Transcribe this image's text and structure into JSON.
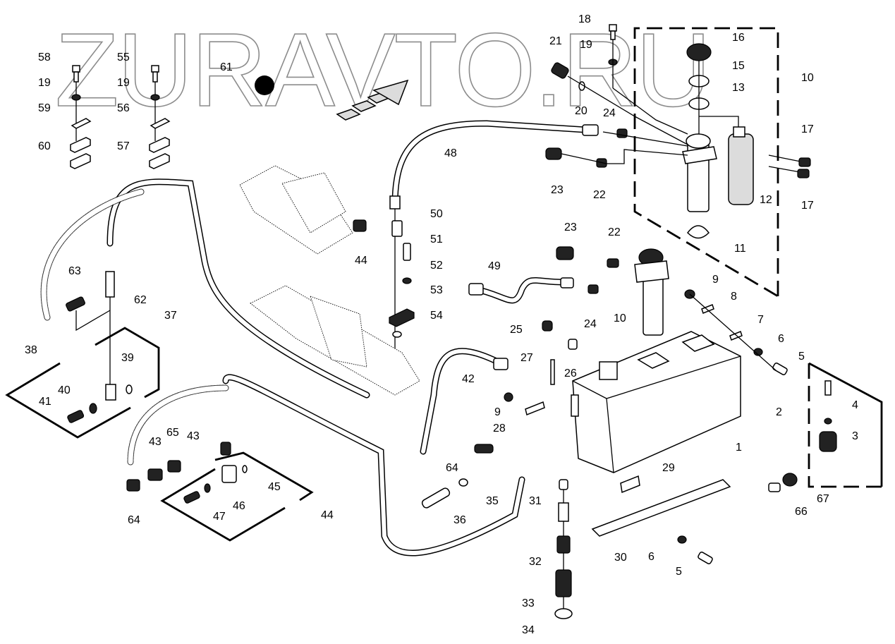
{
  "watermark": {
    "text": "ZURAVTO.RU",
    "color": "#8c8c8c"
  },
  "diagram": {
    "type": "exploded parts diagram",
    "subject": "hydraulic oil tank, filter and hose assembly",
    "labels": [
      {
        "id": "lbl-58",
        "text": "58"
      },
      {
        "id": "lbl-19a",
        "text": "19"
      },
      {
        "id": "lbl-59",
        "text": "59"
      },
      {
        "id": "lbl-60",
        "text": "60"
      },
      {
        "id": "lbl-55",
        "text": "55"
      },
      {
        "id": "lbl-19b",
        "text": "19"
      },
      {
        "id": "lbl-56",
        "text": "56"
      },
      {
        "id": "lbl-57",
        "text": "57"
      },
      {
        "id": "lbl-61",
        "text": "61"
      },
      {
        "id": "lbl-18",
        "text": "18"
      },
      {
        "id": "lbl-21",
        "text": "21"
      },
      {
        "id": "lbl-19c",
        "text": "19"
      },
      {
        "id": "lbl-20",
        "text": "20"
      },
      {
        "id": "lbl-16",
        "text": "16"
      },
      {
        "id": "lbl-15",
        "text": "15"
      },
      {
        "id": "lbl-13",
        "text": "13"
      },
      {
        "id": "lbl-10a",
        "text": "10"
      },
      {
        "id": "lbl-24a",
        "text": "24"
      },
      {
        "id": "lbl-48",
        "text": "48"
      },
      {
        "id": "lbl-23a",
        "text": "23"
      },
      {
        "id": "lbl-22a",
        "text": "22"
      },
      {
        "id": "lbl-17a",
        "text": "17"
      },
      {
        "id": "lbl-17b",
        "text": "17"
      },
      {
        "id": "lbl-12",
        "text": "12"
      },
      {
        "id": "lbl-11",
        "text": "11"
      },
      {
        "id": "lbl-50",
        "text": "50"
      },
      {
        "id": "lbl-44a",
        "text": "44"
      },
      {
        "id": "lbl-51",
        "text": "51"
      },
      {
        "id": "lbl-52",
        "text": "52"
      },
      {
        "id": "lbl-53",
        "text": "53"
      },
      {
        "id": "lbl-54",
        "text": "54"
      },
      {
        "id": "lbl-23b",
        "text": "23"
      },
      {
        "id": "lbl-22b",
        "text": "22"
      },
      {
        "id": "lbl-49",
        "text": "49"
      },
      {
        "id": "lbl-24b",
        "text": "24"
      },
      {
        "id": "lbl-10b",
        "text": "10"
      },
      {
        "id": "lbl-9a",
        "text": "9"
      },
      {
        "id": "lbl-8",
        "text": "8"
      },
      {
        "id": "lbl-7",
        "text": "7"
      },
      {
        "id": "lbl-6a",
        "text": "6"
      },
      {
        "id": "lbl-5a",
        "text": "5"
      },
      {
        "id": "lbl-63",
        "text": "63"
      },
      {
        "id": "lbl-62",
        "text": "62"
      },
      {
        "id": "lbl-37",
        "text": "37"
      },
      {
        "id": "lbl-38",
        "text": "38"
      },
      {
        "id": "lbl-39",
        "text": "39"
      },
      {
        "id": "lbl-40",
        "text": "40"
      },
      {
        "id": "lbl-41",
        "text": "41"
      },
      {
        "id": "lbl-25",
        "text": "25"
      },
      {
        "id": "lbl-26",
        "text": "26"
      },
      {
        "id": "lbl-27",
        "text": "27"
      },
      {
        "id": "lbl-42",
        "text": "42"
      },
      {
        "id": "lbl-9b",
        "text": "9"
      },
      {
        "id": "lbl-28",
        "text": "28"
      },
      {
        "id": "lbl-1",
        "text": "1"
      },
      {
        "id": "lbl-2",
        "text": "2"
      },
      {
        "id": "lbl-4",
        "text": "4"
      },
      {
        "id": "lbl-3",
        "text": "3"
      },
      {
        "id": "lbl-65",
        "text": "65"
      },
      {
        "id": "lbl-43a",
        "text": "43"
      },
      {
        "id": "lbl-43b",
        "text": "43"
      },
      {
        "id": "lbl-45",
        "text": "45"
      },
      {
        "id": "lbl-64a",
        "text": "64"
      },
      {
        "id": "lbl-46",
        "text": "46"
      },
      {
        "id": "lbl-47",
        "text": "47"
      },
      {
        "id": "lbl-44b",
        "text": "44"
      },
      {
        "id": "lbl-64b",
        "text": "64"
      },
      {
        "id": "lbl-35",
        "text": "35"
      },
      {
        "id": "lbl-36",
        "text": "36"
      },
      {
        "id": "lbl-31",
        "text": "31"
      },
      {
        "id": "lbl-32",
        "text": "32"
      },
      {
        "id": "lbl-33",
        "text": "33"
      },
      {
        "id": "lbl-34",
        "text": "34"
      },
      {
        "id": "lbl-29",
        "text": "29"
      },
      {
        "id": "lbl-30",
        "text": "30"
      },
      {
        "id": "lbl-6b",
        "text": "6"
      },
      {
        "id": "lbl-5b",
        "text": "5"
      },
      {
        "id": "lbl-67",
        "text": "67"
      },
      {
        "id": "lbl-66",
        "text": "66"
      }
    ]
  }
}
